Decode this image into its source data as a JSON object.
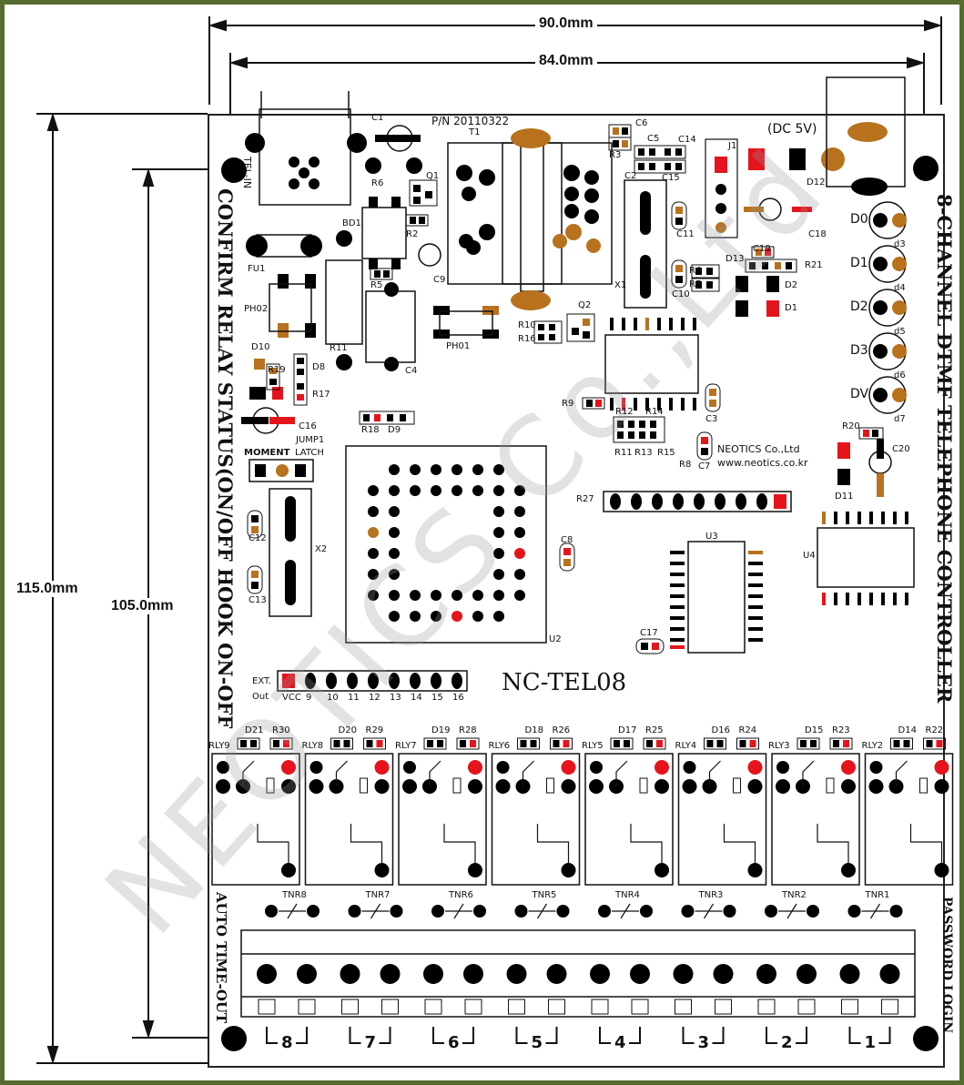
{
  "dimensions": {
    "width_outer": "90.0mm",
    "width_inner": "84.0mm",
    "height_outer": "115.0mm",
    "height_inner": "105.0mm"
  },
  "board": {
    "model": "NC-TEL08",
    "part_number": "P/N 20110322",
    "manufacturer": "NEOTICS Co.,Ltd",
    "website": "www.neotics.co.kr",
    "power": "(DC 5V)",
    "watermark": "NEOTICS Co.,Ltd"
  },
  "side_labels": {
    "left_vertical": "CONFIRM RELAY STATUS(ON/OFF HOOK ON-OFF",
    "left_bottom": "AUTO TIME-OUT",
    "right_vertical": "8-CHANNEL DTMF TELEPHONE CONTROLLER",
    "right_bottom": "PASSWORD LOGIN",
    "tel_in": "TEL-IN"
  },
  "jumper": {
    "title": "JUMP1",
    "left": "MOMENT",
    "right": "LATCH"
  },
  "ext_out": {
    "label1": "EXT.",
    "label2": "Out",
    "pins": [
      "VCC",
      "9",
      "10",
      "11",
      "12",
      "13",
      "14",
      "15",
      "16"
    ]
  },
  "leds": [
    "D0",
    "D1",
    "D2",
    "D3",
    "DV"
  ],
  "led_sub": [
    "d3",
    "d4",
    "d5",
    "d6",
    "d7"
  ],
  "relays": [
    {
      "name": "RLY9",
      "diode": "D21",
      "res": "R30"
    },
    {
      "name": "RLY8",
      "diode": "D20",
      "res": "R29"
    },
    {
      "name": "RLY7",
      "diode": "D19",
      "res": "R28"
    },
    {
      "name": "RLY6",
      "diode": "D18",
      "res": "R26"
    },
    {
      "name": "RLY5",
      "diode": "D17",
      "res": "R25"
    },
    {
      "name": "RLY4",
      "diode": "D16",
      "res": "R24"
    },
    {
      "name": "RLY3",
      "diode": "D15",
      "res": "R23"
    },
    {
      "name": "RLY2",
      "diode": "D14",
      "res": "R22"
    }
  ],
  "tnr": [
    "TNR8",
    "TNR7",
    "TNR6",
    "TNR5",
    "TNR4",
    "TNR3",
    "TNR2",
    "TNR1"
  ],
  "terminals": [
    "8",
    "7",
    "6",
    "5",
    "4",
    "3",
    "2",
    "1"
  ],
  "components": {
    "C1": "C1",
    "T1": "T1",
    "Q1": "Q1",
    "R6": "R6",
    "BD1": "BD1",
    "R2": "R2",
    "C9": "C9",
    "FU1": "FU1",
    "PH02": "PH02",
    "R11": "R11",
    "R5": "R5",
    "C4": "C4",
    "PH01": "PH01",
    "D10": "D10",
    "R19": "R19",
    "D8": "D8",
    "R17": "R17",
    "C16": "C16",
    "R18": "R18",
    "D9": "D9",
    "X2": "X2",
    "C12": "C12",
    "C13": "C13",
    "U2": "U2",
    "C8": "C8",
    "C6": "C6",
    "R3": "R3",
    "C5": "C5",
    "C14": "C14",
    "C2": "C2",
    "C15": "C15",
    "J1": "J1",
    "C11": "C11",
    "X1": "X1",
    "R4": "R4",
    "R7": "R7",
    "C10": "C10",
    "D13": "D13",
    "C19": "C19",
    "R21": "R21",
    "D2": "D2",
    "D1": "D1",
    "D12": "D12",
    "C18": "C18",
    "Q2": "Q2",
    "R10": "R10",
    "R16": "R16",
    "R9": "R9",
    "R11b": "R11",
    "R13": "R13",
    "R15": "R15",
    "R8": "R8",
    "C7": "C7",
    "C3": "C3",
    "R12": "R12",
    "R14": "R14",
    "R20": "R20",
    "C20": "C20",
    "D11": "D11",
    "R27": "R27",
    "U3": "U3",
    "U4": "U4",
    "C17": "C17"
  }
}
